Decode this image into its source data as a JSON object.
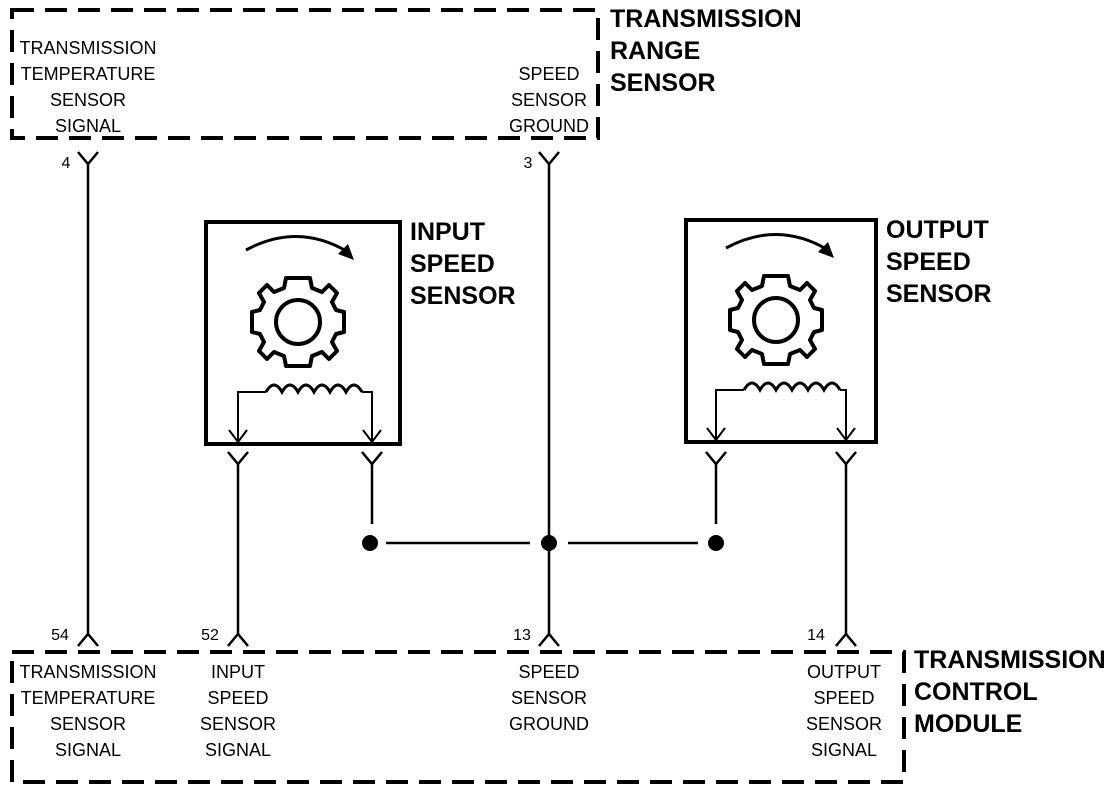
{
  "range_sensor": {
    "title": [
      "TRANSMISSION",
      "RANGE",
      "SENSOR"
    ],
    "temp_signal": [
      "TRANSMISSION",
      "TEMPERATURE",
      "SENSOR",
      "SIGNAL"
    ],
    "speed_ground": [
      "SPEED",
      "SENSOR",
      "GROUND"
    ],
    "pin_temp": "4",
    "pin_ground": "3"
  },
  "input_sensor": {
    "title": [
      "INPUT",
      "SPEED",
      "SENSOR"
    ]
  },
  "output_sensor": {
    "title": [
      "OUTPUT",
      "SPEED",
      "SENSOR"
    ]
  },
  "tcm": {
    "title": [
      "TRANSMISSION",
      "CONTROL",
      "MODULE"
    ],
    "temp_signal": [
      "TRANSMISSION",
      "TEMPERATURE",
      "SENSOR",
      "SIGNAL"
    ],
    "input_signal": [
      "INPUT",
      "SPEED",
      "SENSOR",
      "SIGNAL"
    ],
    "speed_ground": [
      "SPEED",
      "SENSOR",
      "GROUND"
    ],
    "output_signal": [
      "OUTPUT",
      "SPEED",
      "SENSOR",
      "SIGNAL"
    ],
    "pin_temp": "54",
    "pin_input": "52",
    "pin_ground": "13",
    "pin_output": "14"
  }
}
